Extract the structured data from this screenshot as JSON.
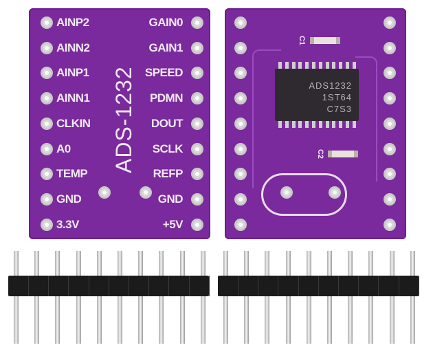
{
  "front_board": {
    "title": "ADS-1232",
    "left_labels": [
      "AINP2",
      "AINN2",
      "AINP1",
      "AINN1",
      "CLKIN",
      "A0",
      "TEMP",
      "GND",
      "3.3V"
    ],
    "right_labels": [
      "GAIN0",
      "GAIN1",
      "SPEED",
      "PDMN",
      "DOUT",
      "SCLK",
      "REFP",
      "GND",
      "+5V"
    ]
  },
  "back_board": {
    "chip_lines": [
      "ADS1232",
      "1ST64",
      "C7S3"
    ],
    "cap_labels": [
      "C1",
      "C2"
    ]
  },
  "colors": {
    "pcb": "#7a2a9c",
    "header": "#1b1b1b"
  }
}
